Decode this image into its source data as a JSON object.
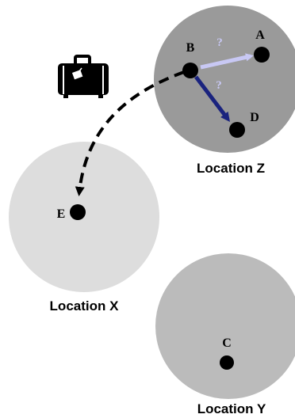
{
  "locations": {
    "z": {
      "label": "Location Z",
      "fill": "#9a9a9a"
    },
    "x": {
      "label": "Location X",
      "fill": "#dddddd"
    },
    "y": {
      "label": "Location Y",
      "fill": "#bbbbbb"
    }
  },
  "nodes": {
    "a": {
      "label": "A"
    },
    "b": {
      "label": "B"
    },
    "c": {
      "label": "C"
    },
    "d": {
      "label": "D"
    },
    "e": {
      "label": "E"
    }
  },
  "arrows": {
    "b_to_a": {
      "label": "?",
      "color": "#c8c8f4"
    },
    "b_to_d": {
      "label": "?",
      "color": "#1a237e"
    },
    "b_to_e": {
      "style": "dashed",
      "color": "#000000"
    }
  },
  "icons": {
    "luggage": "suitcase-icon"
  }
}
